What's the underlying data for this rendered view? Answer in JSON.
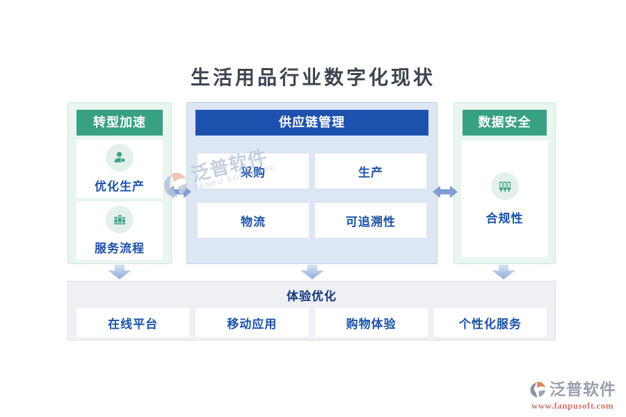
{
  "title": "生活用品行业数字化现状",
  "colors": {
    "green_header": "#38a183",
    "blue_header": "#1c51ae",
    "card_text_blue": "#1a52a8",
    "green_panel_bg": "#e9f5ef",
    "blue_panel_bg": "#dde6f3",
    "bottom_panel_bg": "#eef0f4",
    "arrow_blue": "#7f9ed6",
    "watermark_url_red": "#d0766a"
  },
  "panels": {
    "left": {
      "header": "转型加速",
      "items": [
        {
          "label": "优化生产",
          "icon": "person-badge-icon"
        },
        {
          "label": "服务流程",
          "icon": "books-icon"
        }
      ]
    },
    "center": {
      "header": "供应链管理",
      "items": [
        {
          "label": "采购"
        },
        {
          "label": "生产"
        },
        {
          "label": "物流"
        },
        {
          "label": "可追溯性"
        }
      ]
    },
    "right": {
      "header": "数据安全",
      "items": [
        {
          "label": "合规性",
          "icon": "binders-icon"
        }
      ]
    },
    "bottom": {
      "header": "体验优化",
      "items": [
        {
          "label": "在线平台"
        },
        {
          "label": "移动应用"
        },
        {
          "label": "购物体验"
        },
        {
          "label": "个性化服务"
        }
      ]
    }
  },
  "watermarks": {
    "center": {
      "brand": "泛普软件",
      "subbrand": "FANPU SOFTWARE"
    },
    "corner": {
      "brand": "泛普软件",
      "url": "www.fanpusoft.com"
    }
  }
}
